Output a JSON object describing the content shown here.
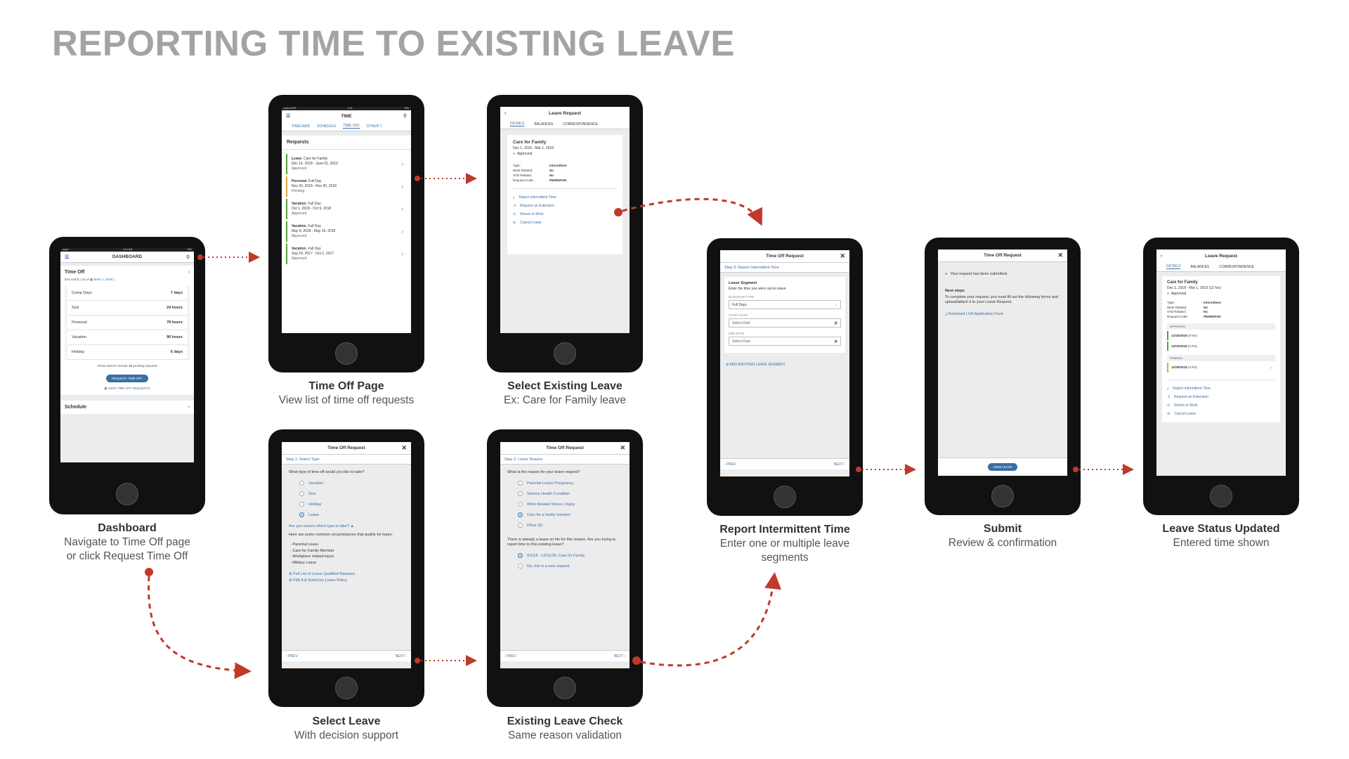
{
  "page_title": "REPORTING TIME TO EXISTING LEAVE",
  "accent_color": "#c0392b",
  "captions": {
    "dashboard": {
      "title": "Dashboard",
      "sub1": "Navigate to Time Off page",
      "sub2": "or click Request Time Off"
    },
    "time_off_page": {
      "title": "Time Off Page",
      "sub1": "View list of time off requests"
    },
    "select_existing": {
      "title": "Select Existing Leave",
      "sub1": "Ex: Care for Family leave"
    },
    "select_leave": {
      "title": "Select Leave",
      "sub1": "With decision support"
    },
    "existing_check": {
      "title": "Existing Leave Check",
      "sub1": "Same reason validation"
    },
    "report_intermittent": {
      "title": "Report Intermittent Time",
      "sub1": "Enter one or multiple leave",
      "sub2": "segments"
    },
    "submit": {
      "title": "Submit",
      "sub1": "Review & confirmation"
    },
    "status_updated": {
      "title": "Leave Status Updated",
      "sub1": "Entered time shown"
    }
  },
  "dashboard": {
    "header": "DASHBOARD",
    "section": "Time Off",
    "balance_label": "BALANCE ( as of",
    "balance_date": "MAR 1, 2018",
    "balance_close": ")",
    "balances": [
      {
        "name": "Comp Days",
        "value": "7 days"
      },
      {
        "name": "Sick",
        "value": "24 hours"
      },
      {
        "name": "Personal",
        "value": "78 hours"
      },
      {
        "name": "Vacation",
        "value": "90 hours"
      },
      {
        "name": "Holiday",
        "value": "6 days"
      }
    ],
    "note_pre": "Above doesn't include ",
    "note_count": "10",
    "note_post": " pending requests",
    "request_button": "REQUEST TIME OFF",
    "view_link": "VIEW TIME OFF REQUESTS",
    "schedule": "Schedule"
  },
  "time": {
    "header": "TIME",
    "tabs": [
      "TIMECARD",
      "SCHEDULE",
      "TIME OFF",
      "OTHER T"
    ],
    "section": "Requests",
    "requests": [
      {
        "type": "Leave",
        "detail": ", Care for Family",
        "dates": "Dec 16, 2018 - June 01, 2019",
        "status": "Approved"
      },
      {
        "type": "Personal",
        "detail": ", Full Day",
        "dates": "Nov 20, 2018 - Nov 30, 2018",
        "status": "Pending"
      },
      {
        "type": "Vacation",
        "detail": ", Full Day",
        "dates": "Oct 1, 2018 - Oct 5, 2018",
        "status": "Approved"
      },
      {
        "type": "Vacation",
        "detail": ", Full Day",
        "dates": "May 8, 2018 - May 15, 2018",
        "status": "Approved"
      },
      {
        "type": "Vacation",
        "detail": ", Full Day",
        "dates": "Sep 24, 2017 - Oct 1, 2017",
        "status": "Approved"
      }
    ]
  },
  "leave_request": {
    "header": "Leave Request",
    "tabs": [
      "DETAILS",
      "BALANCES",
      "CORRESPONDENCE"
    ],
    "name": "Care for Family",
    "dates": "Dec 1, 2018 - Mar 1, 2019",
    "status": "Approved",
    "fields": [
      {
        "k": "Type:",
        "v": "Intermittent"
      },
      {
        "k": "Work Related:",
        "v": "No"
      },
      {
        "k": "STD Related:",
        "v": "No"
      },
      {
        "k": "Request Code:",
        "v": "P6HRDPXN"
      }
    ],
    "actions": [
      "Report Intermittent Time",
      "Request an Extension",
      "Return to Work",
      "Cancel Leave"
    ]
  },
  "select_leave": {
    "header": "Time Off Request",
    "step": "Step 1: Select Type",
    "question": "What type of time off would you like to take?",
    "options": [
      "Vacation",
      "Sick",
      "Holiday",
      "Leave"
    ],
    "unsure": "Are you unsure which type to take?",
    "circumstances": "Here are some common circumstances that qualify for leave:",
    "list": [
      "- Parental Leave",
      "- Care for Family Member",
      "- Workplace related injury",
      "- Military Leave"
    ],
    "links": [
      "Full List of Leave Qualified Reasons",
      "FMLA & NowCorp Leave Policy"
    ],
    "prev": "PREV",
    "next": "NEXT"
  },
  "existing_check": {
    "header": "Time Off Request",
    "step": "Step 2: Leave Reason",
    "question": "What is the reason for your leave request?",
    "options": [
      "Parental Leave/ Pregnancy",
      "Serious Health Condition",
      "Work Related Stress / Injury",
      "Care for a family member",
      "Other (9)"
    ],
    "notice": "There is already a leave on file for this reason. Are you trying to report time to this existing leave?",
    "choices": [
      "9/1/18 - 12/31/18, Care for Family",
      "No, this is a new request"
    ],
    "prev": "PREV",
    "next": "NEXT"
  },
  "report": {
    "header": "Time Off Request",
    "step": "Step 3: Report Intermittent Time",
    "segment_title": "Leave Segment",
    "segment_desc": "Enter the time you were out on leave.",
    "duration_label": "DURATION TYPE",
    "duration_value": "Full Days",
    "start_label": "START DATE",
    "end_label": "END DATE",
    "date_placeholder": "Select Date",
    "add_segment": "ADD ANOTHER LEAVE SEGMENT",
    "prev": "PREV",
    "next": "NEXT"
  },
  "submit": {
    "header": "Time Off Request",
    "confirmation": "Your request has been submitted.",
    "next_steps": "Next steps",
    "instructions": "To complete your request, you must fill out the following forms and upload/attach it to your Leave Request.",
    "download": "Download LOA Application Form",
    "view_leave": "VIEW LEAVE"
  },
  "status": {
    "header": "Leave Request",
    "tabs": [
      "DETAILS",
      "BALANCES",
      "CORRESPONDENCE"
    ],
    "name": "Care for Family",
    "dates": "Dec 1, 2018 - Mar 1, 2019 (12 hrs)",
    "status": "Approved",
    "fields": [
      {
        "k": "Type:",
        "v": "Intermittent"
      },
      {
        "k": "Work Related:",
        "v": "No"
      },
      {
        "k": "STD Related:",
        "v": "No"
      },
      {
        "k": "Request Code:",
        "v": "P6HRDPXN"
      }
    ],
    "approved_label": "APPROVED",
    "approved": [
      {
        "date": "12/16/2018",
        "hrs": "(4 hrs)"
      },
      {
        "date": "12/23/2018",
        "hrs": "(4 hrs)"
      }
    ],
    "pending_label": "PENDING",
    "pending": [
      {
        "date": "12/28/2018",
        "hrs": "(4 hrs)"
      }
    ],
    "actions": [
      "Report Intermittent Time",
      "Request an Extension",
      "Return to Work",
      "Cancel Leave"
    ]
  }
}
